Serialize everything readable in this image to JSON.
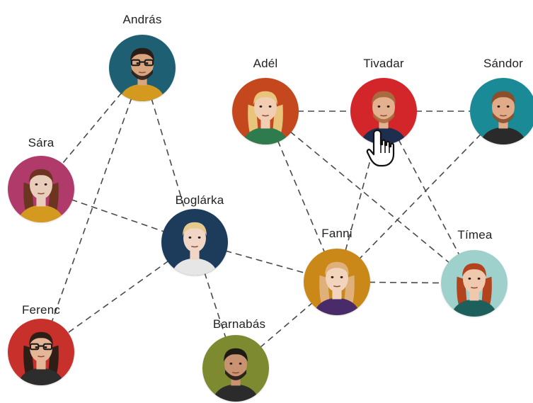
{
  "people": [
    {
      "id": "andras",
      "name": "András",
      "bg": "#1e5f74",
      "skin": "#d9a57e",
      "hair": "#2a1d16",
      "shirt": "#d49a1f",
      "glasses": true,
      "beard": true,
      "long_hair": false
    },
    {
      "id": "sara",
      "name": "Sára",
      "bg": "#b03a6a",
      "skin": "#e9cdbb",
      "hair": "#6b3522",
      "shirt": "#d49a1f",
      "glasses": false,
      "beard": false,
      "long_hair": true
    },
    {
      "id": "boglarka",
      "name": "Boglárka",
      "bg": "#1d3c5c",
      "skin": "#f2d6c5",
      "hair": "#e8c98c",
      "shirt": "#e6e6e6",
      "glasses": false,
      "beard": false,
      "long_hair": false
    },
    {
      "id": "ferenc",
      "name": "Ferenc",
      "bg": "#c7302b",
      "skin": "#e4b596",
      "hair": "#2e1e16",
      "shirt": "#2d2d2d",
      "glasses": true,
      "beard": false,
      "long_hair": true
    },
    {
      "id": "barnabas",
      "name": "Barnabás",
      "bg": "#7e8a2f",
      "skin": "#c99372",
      "hair": "#1f1a16",
      "shirt": "#2b2b2b",
      "glasses": false,
      "beard": true,
      "long_hair": false
    },
    {
      "id": "adel",
      "name": "Adél",
      "bg": "#c4471d",
      "skin": "#f1cdb3",
      "hair": "#e8c57a",
      "shirt": "#2e7b4e",
      "glasses": false,
      "beard": false,
      "long_hair": true
    },
    {
      "id": "tivadar",
      "name": "Tivadar",
      "bg": "#d3262b",
      "skin": "#e3b190",
      "hair": "#a86a3e",
      "shirt": "#1d2e4f",
      "glasses": false,
      "beard": true,
      "long_hair": false
    },
    {
      "id": "sandor",
      "name": "Sándor",
      "bg": "#1a8a96",
      "skin": "#e1aa88",
      "hair": "#8a4f2a",
      "shirt": "#2a2a2a",
      "glasses": false,
      "beard": true,
      "long_hair": false
    },
    {
      "id": "fanni",
      "name": "Fanni",
      "bg": "#c98818",
      "skin": "#f2d3bc",
      "hair": "#e0b07a",
      "shirt": "#4a2b6a",
      "glasses": false,
      "beard": false,
      "long_hair": true
    },
    {
      "id": "timea",
      "name": "Tímea",
      "bg": "#9fd1cc",
      "skin": "#f0c8ad",
      "hair": "#b2431d",
      "shirt": "#1d5f5a",
      "glasses": false,
      "beard": false,
      "long_hair": true
    }
  ],
  "connections": [
    [
      "andras",
      "sara"
    ],
    [
      "andras",
      "ferenc"
    ],
    [
      "andras",
      "boglarka"
    ],
    [
      "sara",
      "boglarka"
    ],
    [
      "boglarka",
      "ferenc"
    ],
    [
      "boglarka",
      "barnabas"
    ],
    [
      "boglarka",
      "fanni"
    ],
    [
      "barnabas",
      "fanni"
    ],
    [
      "adel",
      "tivadar"
    ],
    [
      "tivadar",
      "sandor"
    ],
    [
      "adel",
      "fanni"
    ],
    [
      "adel",
      "timea"
    ],
    [
      "tivadar",
      "fanni"
    ],
    [
      "tivadar",
      "timea"
    ],
    [
      "sandor",
      "fanni"
    ],
    [
      "fanni",
      "timea"
    ]
  ],
  "colors": {
    "edge": "#4a4a4a",
    "label": "#222222"
  },
  "cursor": {
    "icon": "hand-pointer-icon",
    "hover_target": "tivadar"
  }
}
